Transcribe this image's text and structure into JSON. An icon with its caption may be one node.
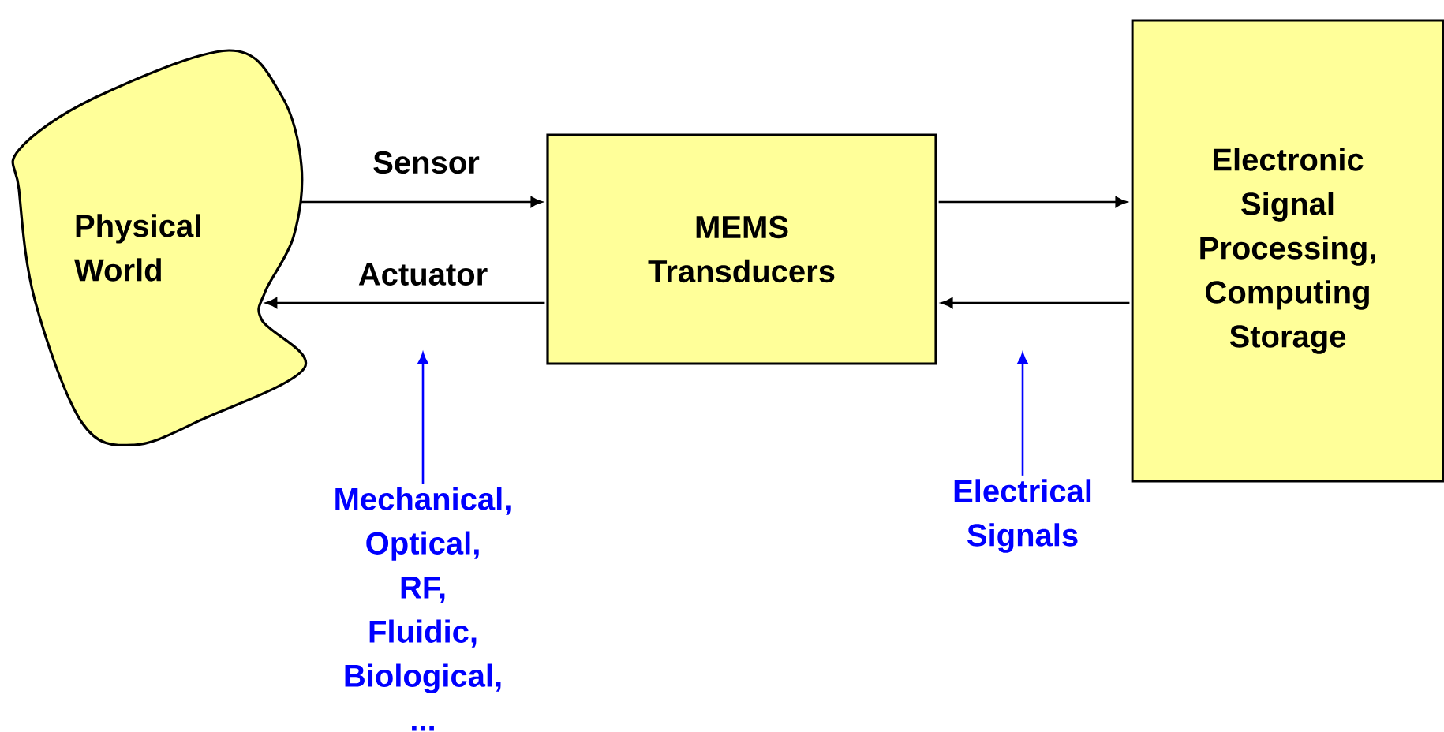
{
  "diagram": {
    "nodes": [
      {
        "text": [
          "Physical World"
        ]
      },
      {
        "text": [
          "MEMS Transducers"
        ]
      },
      {
        "text": [
          "Electronic Signal Processing, Computing Storage"
        ]
      },
      {
        "text": [
          "Mechanical, Optical, RF, Fluidic, Biological, ..."
        ]
      },
      {
        "text": [
          "Electrical Signals"
        ]
      }
    ],
    "edges": [
      {
        "from": 0,
        "to": 1,
        "arrow": "to",
        "label": "Sensor"
      },
      {
        "from": 1,
        "to": 0,
        "arrow": "to",
        "label": "Actuator"
      },
      {
        "from": 1,
        "to": 2,
        "arrow": "to"
      },
      {
        "from": 2,
        "to": 1,
        "arrow": "to"
      },
      {
        "from": 3,
        "to": null,
        "arrow": "to",
        "color": "#0000ff"
      },
      {
        "from": 4,
        "to": null,
        "arrow": "to",
        "color": "#0000ff"
      }
    ]
  }
}
